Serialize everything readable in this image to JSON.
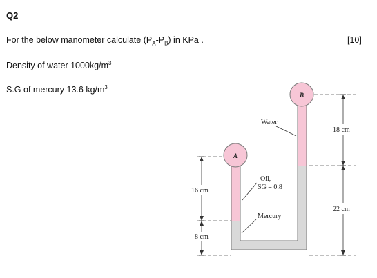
{
  "question": {
    "number": "Q2",
    "prompt_before": "For the below manometer calculate (P",
    "sub_a": "A",
    "dash": "-P",
    "sub_b": "B",
    "prompt_after": ") in KPa .",
    "marks": "[10]",
    "density_text": "Density of water 1000kg/m",
    "density_exp": "3",
    "sg_text": "S.G of mercury 13.6 kg/m",
    "sg_exp": "3"
  },
  "diagram": {
    "bulb_a": "A",
    "bulb_b": "B",
    "water": "Water",
    "oil_line1": "Oil,",
    "oil_line2": "SG = 0.8",
    "mercury": "Mercury",
    "dim_16": "16 cm",
    "dim_8": "8 cm",
    "dim_18": "18 cm",
    "dim_22": "22 cm"
  },
  "colors": {
    "pink": "#f7c6d6",
    "mercury_gray": "#d9d9d9",
    "outline": "#7a7a7a"
  }
}
